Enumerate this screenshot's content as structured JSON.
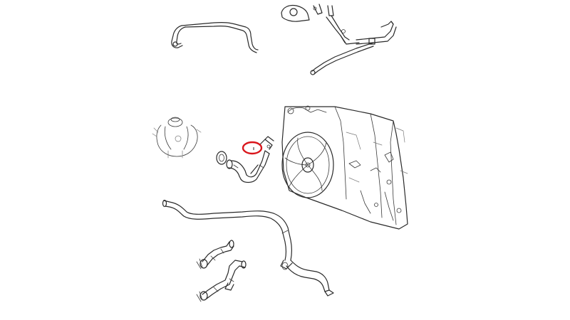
{
  "diagram": {
    "style": "exploded parts line drawing",
    "background_color": "#ffffff",
    "line_color": "#2a2a2a",
    "highlight_color": "#d9161c",
    "parts": [
      "upper-coolant-pipe",
      "thermostat-housing",
      "expansion-tank",
      "coolant-hose-assembly",
      "radiator-fan-shroud",
      "lower-coolant-pipe",
      "heater-hoses"
    ],
    "highlighted_part": "coolant-hose-assembly"
  }
}
